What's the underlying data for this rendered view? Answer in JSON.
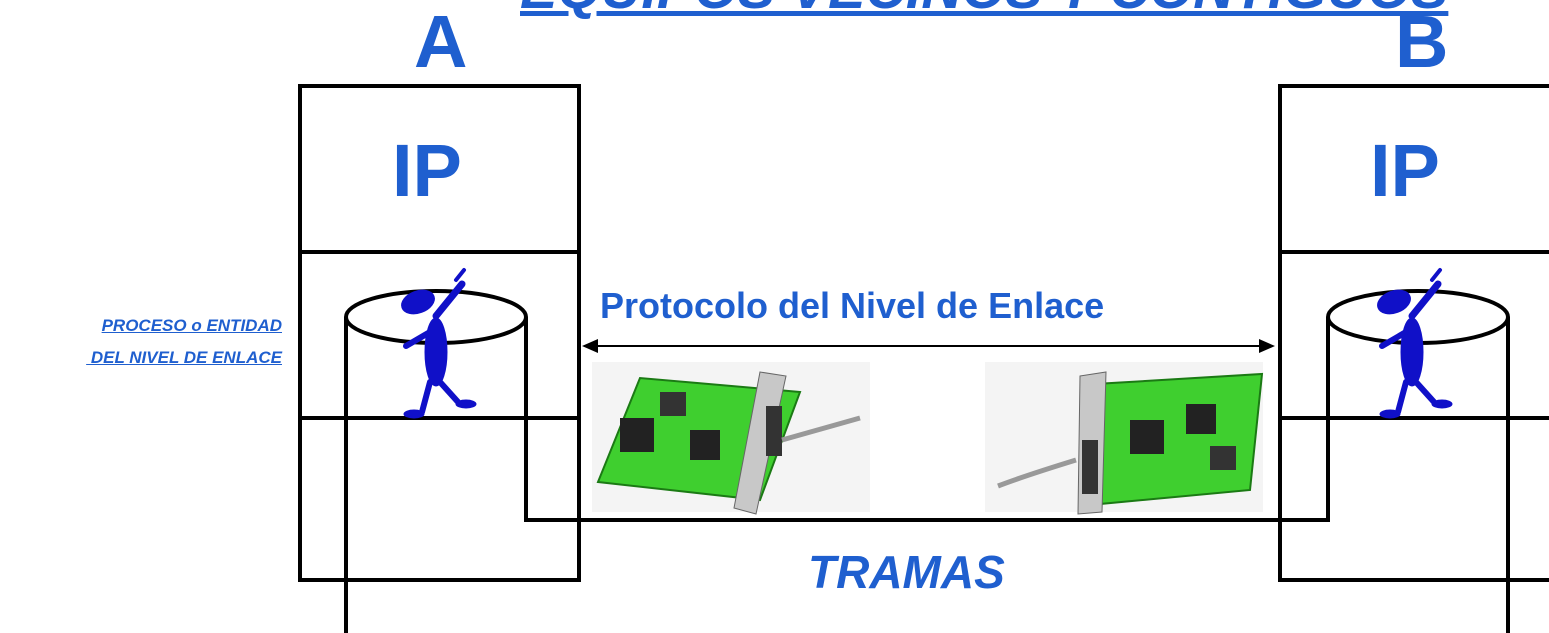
{
  "diagram": {
    "title": "EQUIPOS VECINOS Y CONTIGUOS",
    "host_a": "A",
    "host_b": "B",
    "layer_a": "IP",
    "layer_b": "IP",
    "entity_label": "PROCESO o ENTIDAD\n DEL NIVEL DE ENLACE",
    "protocol_label": "Protocolo del Nivel de Enlace",
    "frames_label": "TRAMAS"
  },
  "colors": {
    "accent": "#1f5fcf",
    "figure": "#1010c8",
    "board": "#3fcf2f",
    "line": "#000000"
  },
  "icons": [
    "stick-figure-icon",
    "network-card-icon",
    "rj45-connector-icon"
  ]
}
